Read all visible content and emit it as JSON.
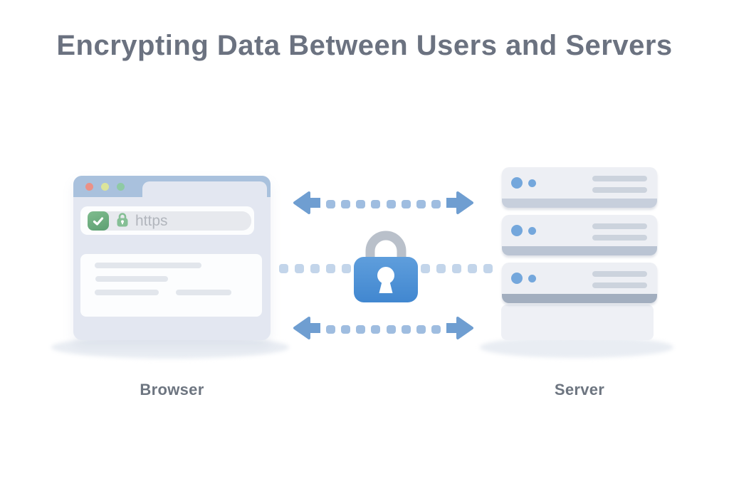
{
  "title": "Encrypting Data Between Users and Servers",
  "browser": {
    "label": "Browser",
    "window": {
      "traffic_lights": [
        {
          "name": "red",
          "color": "#eb9187"
        },
        {
          "name": "yellow",
          "color": "#dce49a"
        },
        {
          "name": "green",
          "color": "#8ecaa4"
        }
      ],
      "address_bar": {
        "protocol_text": "https",
        "check_icon": "checkmark-icon",
        "check_color": "#6aac7c",
        "lock_icon": "lock-icon",
        "lock_color": "#85bf95",
        "text_color": "#b2b6bd"
      },
      "content_placeholder_lines": 4,
      "topbar_color": "#a9c1dd",
      "body_color": "#e3e7f1"
    }
  },
  "server": {
    "label": "Server",
    "unit_count": 3,
    "led_color": "#74a7dc",
    "body_color": "#edeff4",
    "strip_colors": [
      "#c7cfdc",
      "#bac4d3",
      "#a2aebf"
    ],
    "lines_per_unit": 2
  },
  "encryption": {
    "padlock_icon": "padlock-icon",
    "shackle_color": "#b9c0ca",
    "body_color_top": "#5f9edc",
    "body_color_bottom": "#4187d0",
    "keyhole_color": "#ffffff"
  },
  "connections": {
    "top_arrow": "double-headed dashed arrow",
    "bottom_arrow": "double-headed dashed arrow",
    "middle_line": "dashed line through padlock",
    "arrow_head_color": "#6f9ed1",
    "arrow_dash_color": "#9fbde0",
    "middle_dash_color": "#c3d5ea"
  },
  "text_colors": {
    "title": "#6b7280",
    "labels": "#6d7580"
  },
  "background_color": "#ffffff"
}
